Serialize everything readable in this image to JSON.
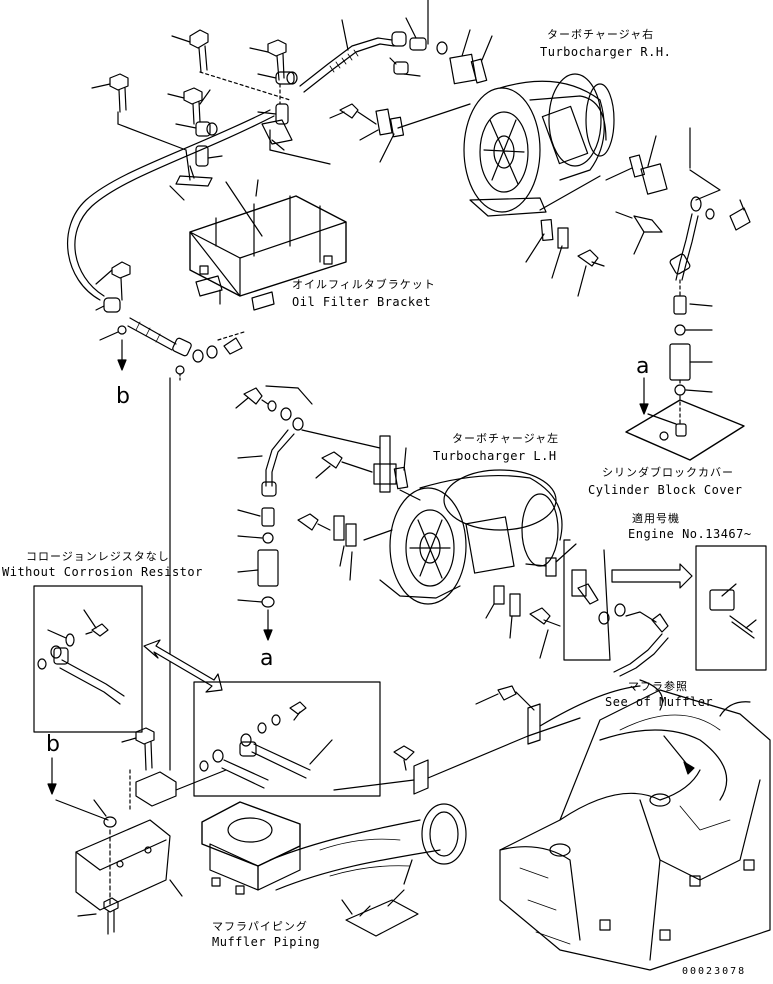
{
  "labels": {
    "turbo_rh_jp": "ターボチャージャ右",
    "turbo_rh_en": "Turbocharger R.H.",
    "oil_filter_jp": "オイルフィルタブラケット",
    "oil_filter_en": "Oil Filter Bracket",
    "turbo_lh_jp": "ターボチャージャ左",
    "turbo_lh_en": "Turbocharger L.H",
    "cyl_cover_jp": "シリンダブロックカバー",
    "cyl_cover_en": "Cylinder Block Cover",
    "applicable_jp": "適用号機",
    "engine_no": "Engine No.13467~",
    "corrosion_jp": "コロージョンレジスタなし",
    "corrosion_en": "Without Corrosion Resistor",
    "muffler_ref_jp": "マフラ参照",
    "muffler_ref_en": "See of Muffler",
    "muffler_pipe_jp": "マフラパイピング",
    "muffler_pipe_en": "Muffler Piping",
    "drawing_code": "00023078"
  },
  "callouts": {
    "a_upper": "a",
    "a_lower": "a",
    "b_upper": "b",
    "b_lower": "b"
  }
}
